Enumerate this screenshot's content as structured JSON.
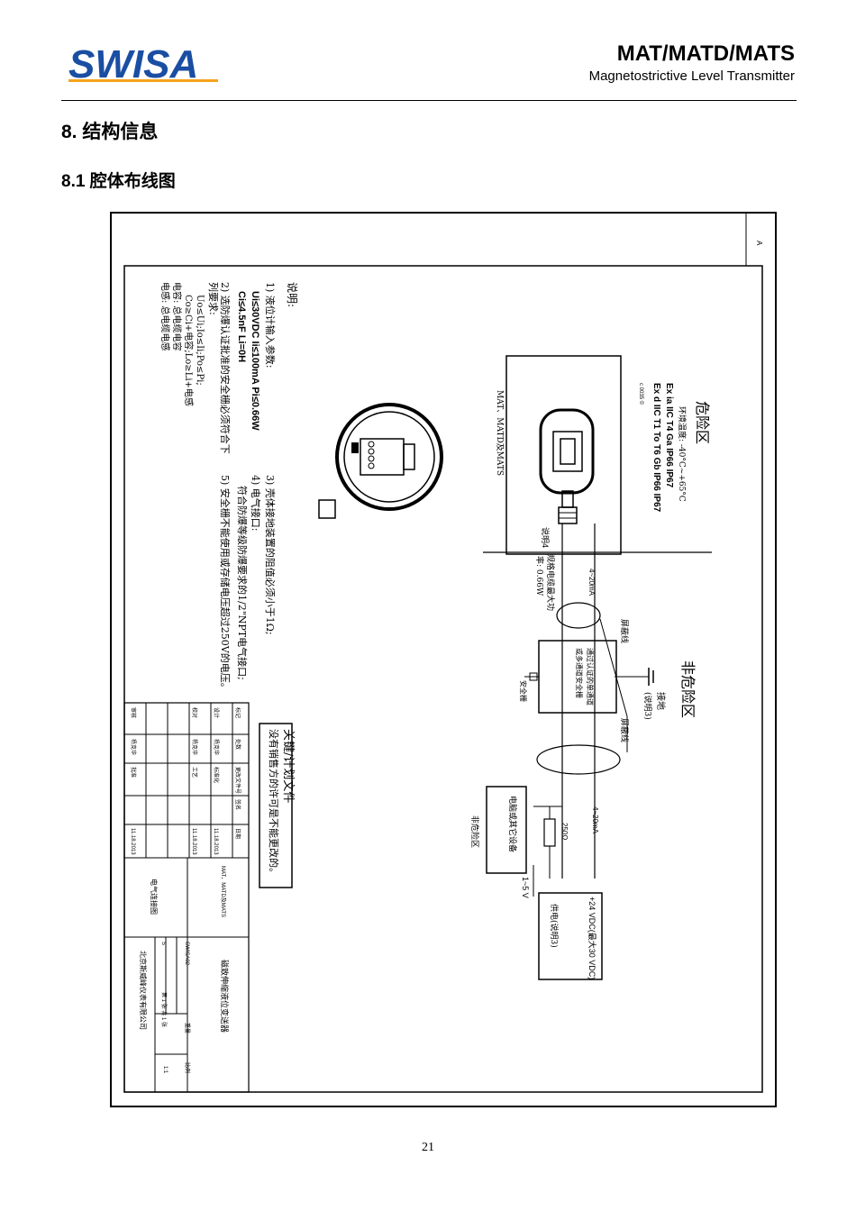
{
  "header": {
    "logo_text": "SWISA",
    "title": "MAT/MATD/MATS",
    "subtitle": "Magnetostrictive Level Transmitter"
  },
  "section": {
    "number": "8.",
    "title": "结构信息"
  },
  "subsection": {
    "number": "8.1",
    "title": "腔体布线图"
  },
  "colors": {
    "logo_blue": "#1a4ea3",
    "logo_orange": "#f4a21c"
  },
  "drawing": {
    "corner_label": "A",
    "notes": {
      "heading": "说明:",
      "n1": "1) 液位计输入参数:",
      "n1_params1": "Ui≤30VDC  Ii≤100mA  Pi≤0.66W",
      "n1_params2": "Ci≤4.5nF  Li=0H",
      "n2": "2) 选防爆认证批准的安全栅必须符合下",
      "n2b": "列要求:",
      "n2_l1": "Uo≤Ui;Io≤Ii;Po≤Pi;",
      "n2_l2": "Co≥Ci+电容;Lo≥Li+电感",
      "n2_l3": "电容: 总电缆电容",
      "n2_l4": "电感: 总电缆电感",
      "n3": "3) 壳体接地装置的阻值必须小于1Ω;",
      "n4": "4) 电气接口:",
      "n4b": "符合防爆等级防爆要求的1/2\"NPT电气接口;",
      "n5": "5) 安全栅不能使用或存储电压超过250V的电压。"
    },
    "hazard": {
      "title": "危险区",
      "ambient": "环境温度: -40°C~+65°C",
      "exia": "Ex ia IIC T4 Ga IP66 IP67",
      "exd": "Ex d IIC T1 To T6 Gb IP66 IP67",
      "cert_mark": "c 0035 ©",
      "model": "MAT、MATD及MATS"
    },
    "cable": {
      "note4": "说明4",
      "current": "4~20mA",
      "spec": "规格电缆最大功",
      "spec2": "率: 0.66W",
      "shield1": "屏蔽线",
      "shield2": "屏蔽线"
    },
    "safe": {
      "title": "非危险区",
      "ground": "接地",
      "ground_note": "(说明3)",
      "barrier1": "通过认证的单通道",
      "barrier2": "或多通道安全栅",
      "barrier_label": "安全栅",
      "resistor": "250Ω",
      "current": "4~20mA",
      "voltage": "1~5 V",
      "recorder": "电脑或其它设备",
      "nonhaz": "非危险区",
      "supply1": "+24 VDC(最大30 VDC)",
      "supply2": "供电(说明3)"
    },
    "stamp": {
      "line1": "关键/计划文件",
      "line2": "没有销售方的许可是不能更改的。"
    },
    "titleblock": {
      "product": "磁致伸缩液位变送器",
      "model": "MAT、MATD及MATS",
      "drawing_name": "电气连接图",
      "company": "北京斯威峰仪表有限公司",
      "sheet": "第 1 张 共 1 张",
      "scale_label": "比例",
      "scale": "1:1",
      "weight_label": "重量",
      "rows": [
        {
          "role": "标记",
          "name": "处数",
          "doc": "更改文件号",
          "sign": "签名",
          "date": "日期"
        },
        {
          "role": "设计",
          "name": "杨克华",
          "doc": "标准化",
          "sign": "",
          "date": "11.18.2013"
        },
        {
          "role": "校对",
          "name": "杨克华",
          "doc": "工艺",
          "sign": "",
          "date": "11.18.2013"
        },
        {
          "role": "审核",
          "name": "杨克华",
          "doc": "批准",
          "sign": "",
          "date": "11.18.2013"
        }
      ],
      "doc_no": "SWISA02-",
      "s_label": "S"
    }
  },
  "page_number": "21"
}
